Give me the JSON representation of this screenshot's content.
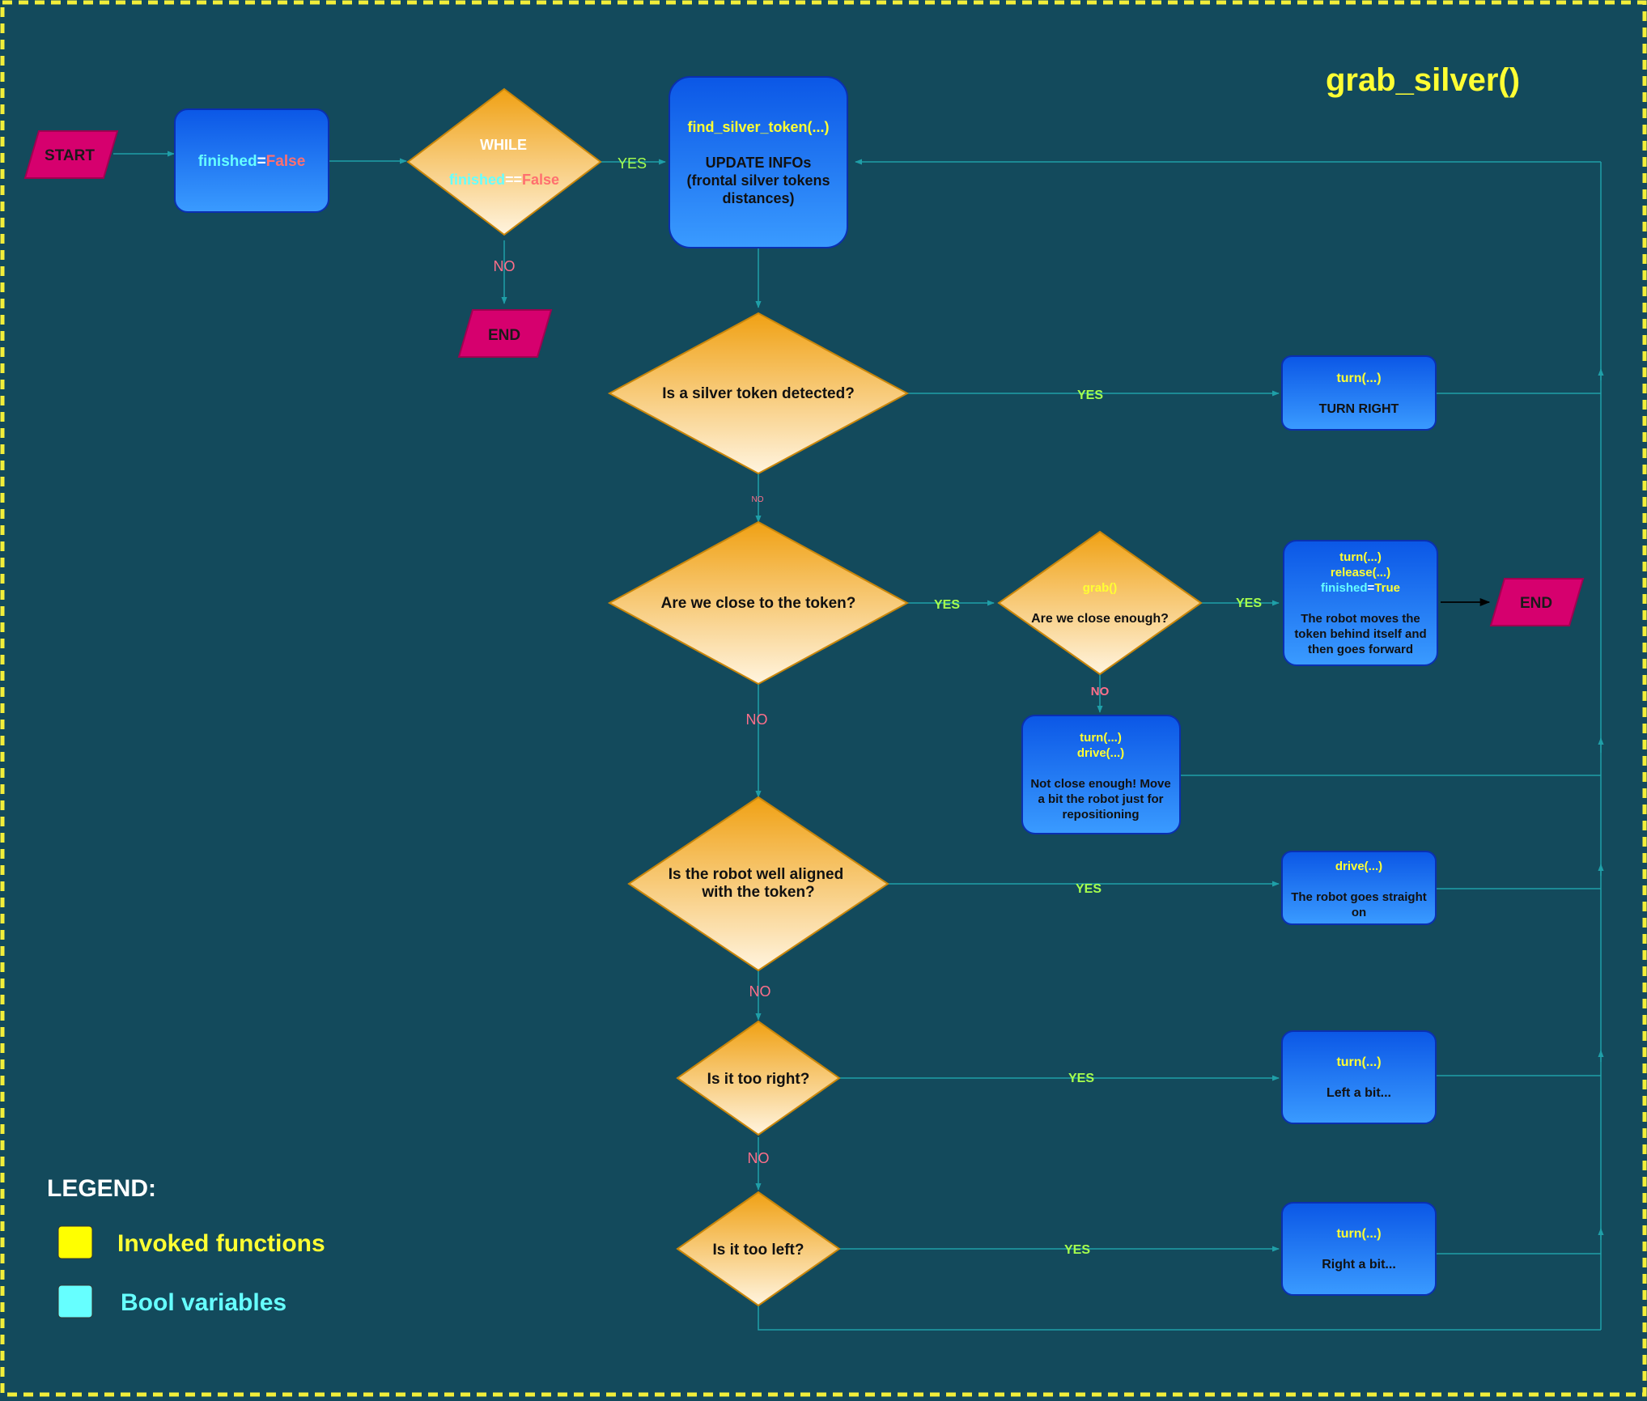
{
  "title": "grab_silver()",
  "colors": {
    "background": "#134a5c",
    "border_dash": "#f2ee3a",
    "function_text": "#ffff33",
    "bool_text": "#66ffff",
    "false_text": "#ff6f6f",
    "yes_text": "#a6ff4d",
    "no_text": "#ff6f8a",
    "terminal": "#d6006e",
    "process_blue": "#1f7fff",
    "decision_orange": "#f3a81a"
  },
  "terminals": {
    "start": "START",
    "end1": "END",
    "end2": "END"
  },
  "init_box": {
    "var": "finished",
    "eq": "=",
    "val": "False"
  },
  "while": {
    "title": "WHILE",
    "var": "finished",
    "op": "==",
    "val": "False",
    "yes": "YES",
    "no": "NO"
  },
  "find_box": {
    "func": "find_silver_token(...)",
    "line1": "UPDATE INFOs",
    "line2": "(frontal silver tokens",
    "line3": "distances)"
  },
  "decisions": {
    "detected": "Is a silver token detected?",
    "close": "Are we close to the token?",
    "close_enough_func": "grab()",
    "close_enough": "Are we close enough?",
    "aligned_l1": "Is the robot well aligned",
    "aligned_l2": "with the token?",
    "too_right": "Is it too right?",
    "too_left": "Is it too left?"
  },
  "labels": {
    "yes": "YES",
    "no": "NO"
  },
  "actions": {
    "turn_right": {
      "func": "turn(...)",
      "text": "TURN RIGHT"
    },
    "release": {
      "func1": "turn(...)",
      "func2": "release(...)",
      "var": "finished",
      "eq": "=",
      "val": "True",
      "l1": "The robot moves the",
      "l2": "token behind itself and",
      "l3": "then goes forward"
    },
    "reposition": {
      "func1": "turn(...)",
      "func2": "drive(...)",
      "l1": "Not close enough! Move",
      "l2": "a bit the robot just for",
      "l3": "repositioning"
    },
    "drive": {
      "func": "drive(...)",
      "l1": "The robot goes straight",
      "l2": "on"
    },
    "left_bit": {
      "func": "turn(...)",
      "text": "Left a bit..."
    },
    "right_bit": {
      "func": "turn(...)",
      "text": "Right a bit..."
    }
  },
  "legend": {
    "title": "LEGEND:",
    "functions": "Invoked functions",
    "bools": "Bool variables"
  }
}
